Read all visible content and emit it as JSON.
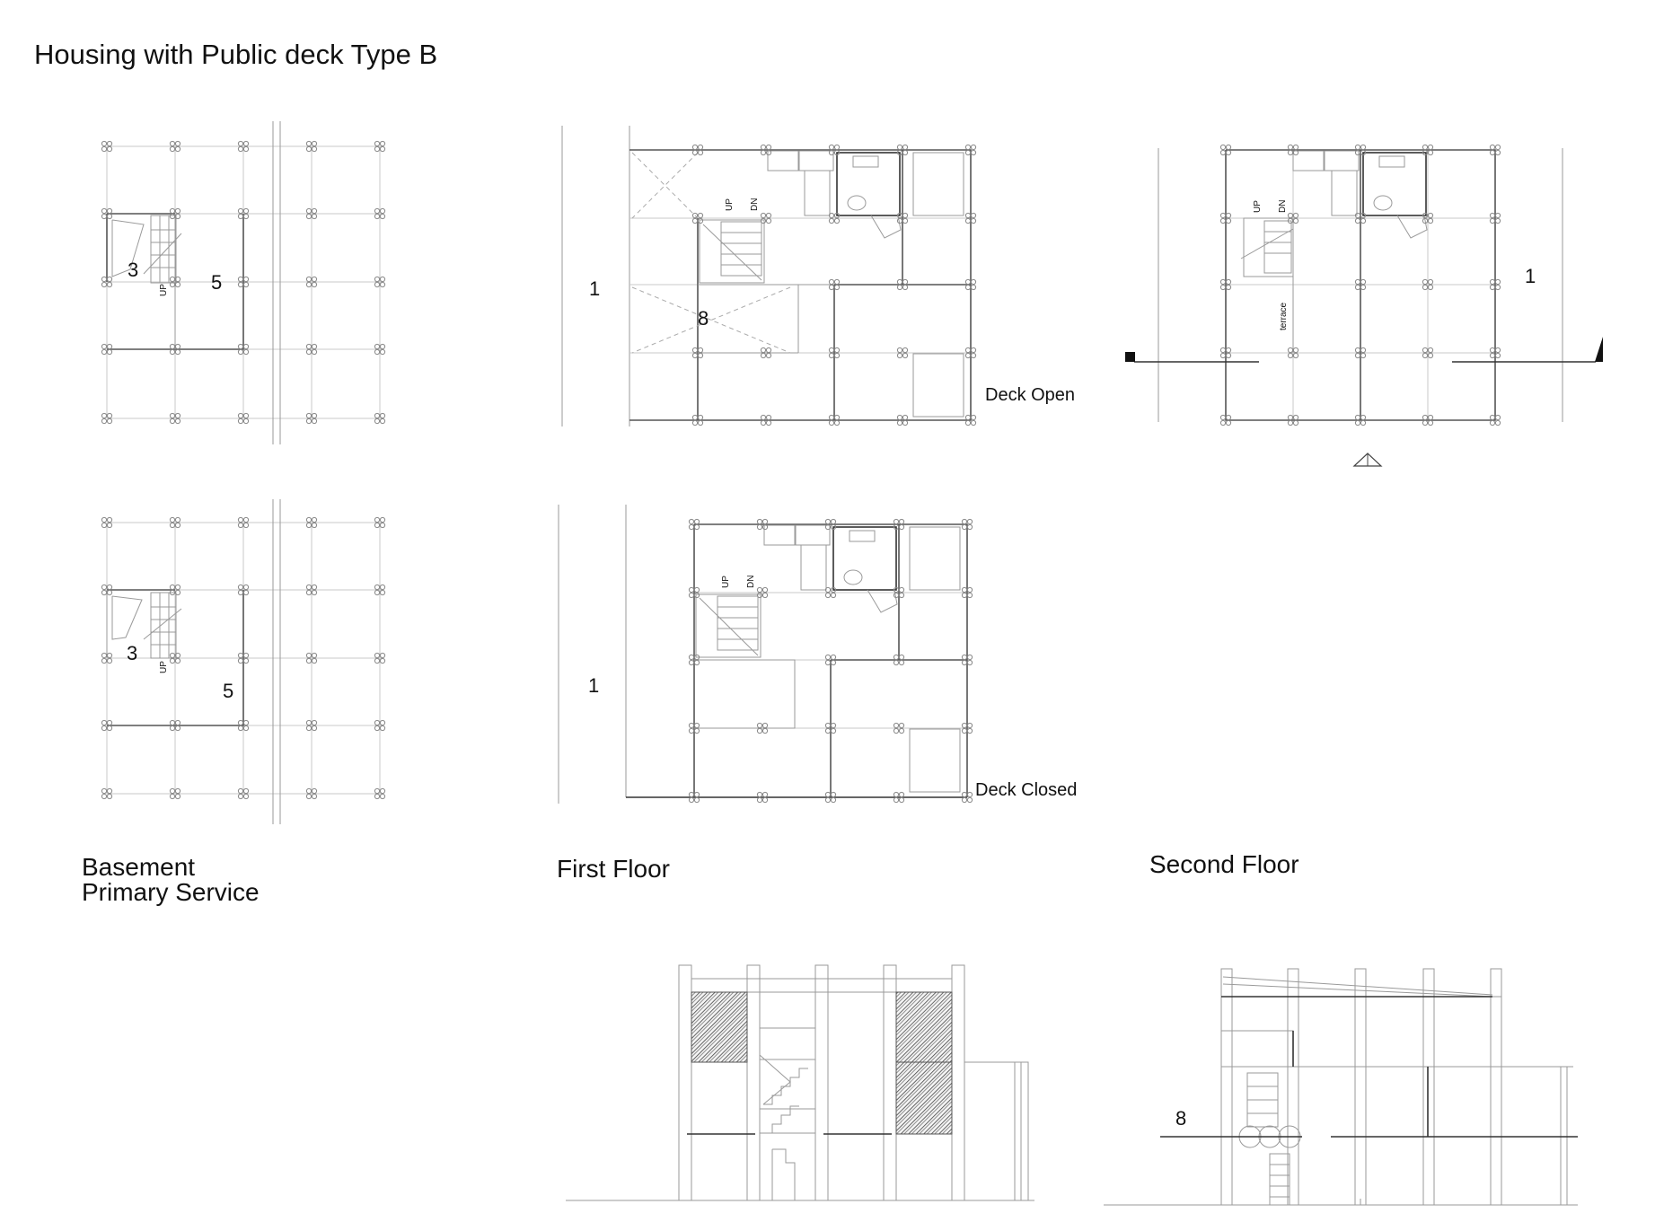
{
  "sheet_title": "Housing with Public deck Type B",
  "labels": {
    "basement_title": "Basement",
    "basement_subtitle": "Primary Service",
    "first_floor_title": "First Floor",
    "second_floor_title": "Second Floor",
    "deck_open": "Deck Open",
    "deck_closed": "Deck Closed"
  },
  "annotations": {
    "n1": "1",
    "n3": "3",
    "n5": "5",
    "n8": "8",
    "up": "UP",
    "dn": "DN",
    "terrace": "terrace"
  },
  "colors": {
    "line": "#555555",
    "grid": "#c8c8c8",
    "hatch": "#444444",
    "text": "#111111"
  }
}
